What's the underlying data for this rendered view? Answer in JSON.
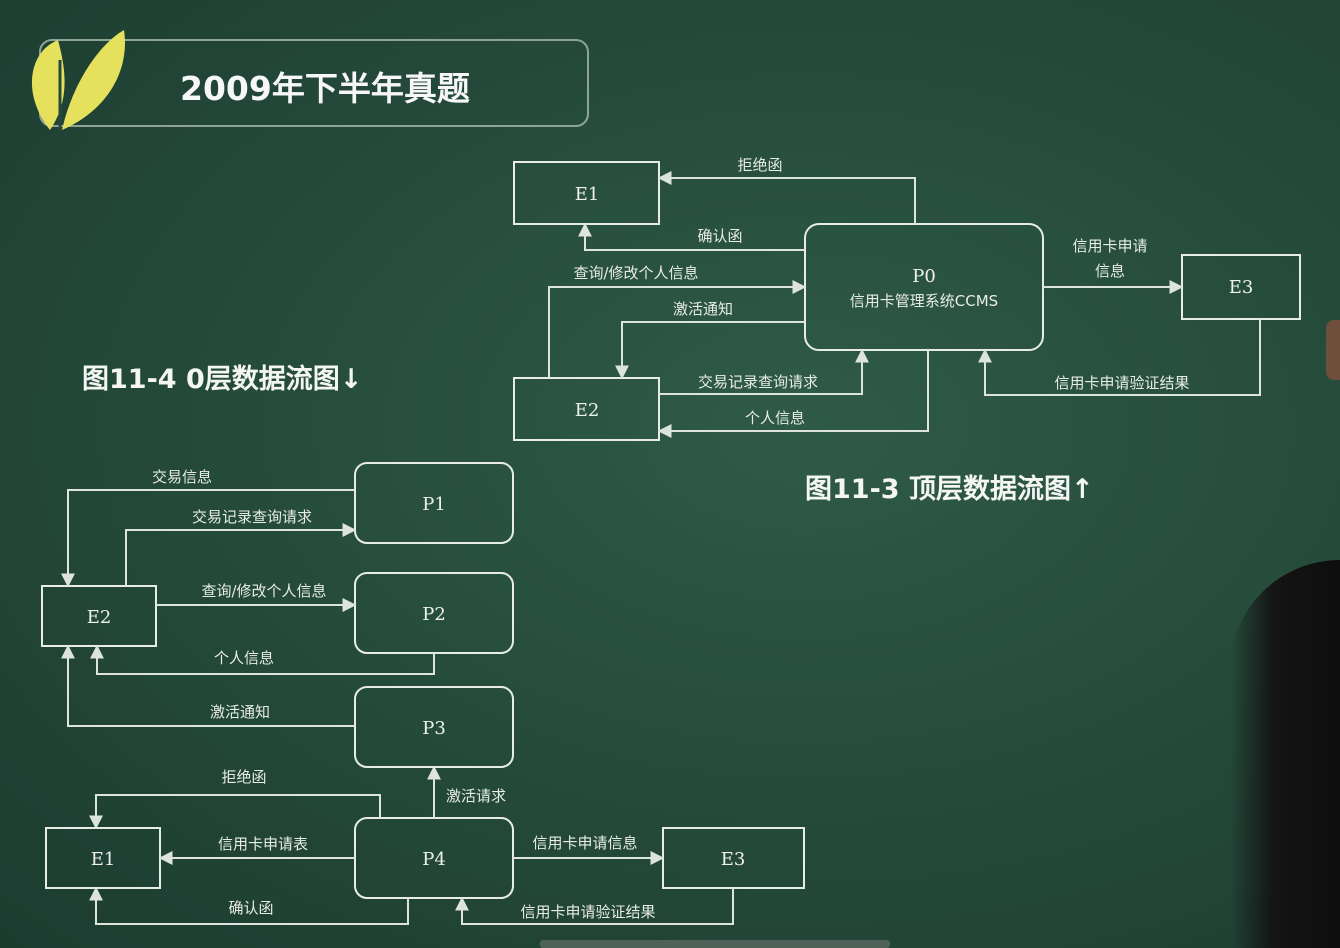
{
  "title": "2009年下半年真题",
  "colors": {
    "board": "#24493a",
    "leaf": "#e6e15c",
    "line": "#dde3dd"
  },
  "icons": {
    "logo": "leaf-logo-icon"
  },
  "figure_top": {
    "caption": "图11-3 顶层数据流图↑",
    "nodes": {
      "e1": "E1",
      "e2": "E2",
      "e3": "E3",
      "p0_line1": "P0",
      "p0_line2": "信用卡管理系统CCMS"
    },
    "edges": {
      "reject": "拒绝函",
      "confirm": "确认函",
      "query_modify": "查询/修改个人信息",
      "activation": "激活通知",
      "tx_query": "交易记录查询请求",
      "personal": "个人信息",
      "apply_info_line1": "信用卡申请",
      "apply_info_line2": "信息",
      "verify": "信用卡申请验证结果"
    }
  },
  "figure_zero": {
    "caption": "图11-4  0层数据流图↓",
    "nodes": {
      "p1": "P1",
      "p2": "P2",
      "p3": "P3",
      "p4": "P4",
      "e1": "E1",
      "e2": "E2",
      "e3": "E3"
    },
    "edges": {
      "tx_info": "交易信息",
      "tx_query": "交易记录查询请求",
      "query_modify": "查询/修改个人信息",
      "personal": "个人信息",
      "activation": "激活通知",
      "reject": "拒绝函",
      "act_request": "激活请求",
      "apply_form": "信用卡申请表",
      "apply_info": "信用卡申请信息",
      "confirm": "确认函",
      "verify": "信用卡申请验证结果"
    }
  }
}
